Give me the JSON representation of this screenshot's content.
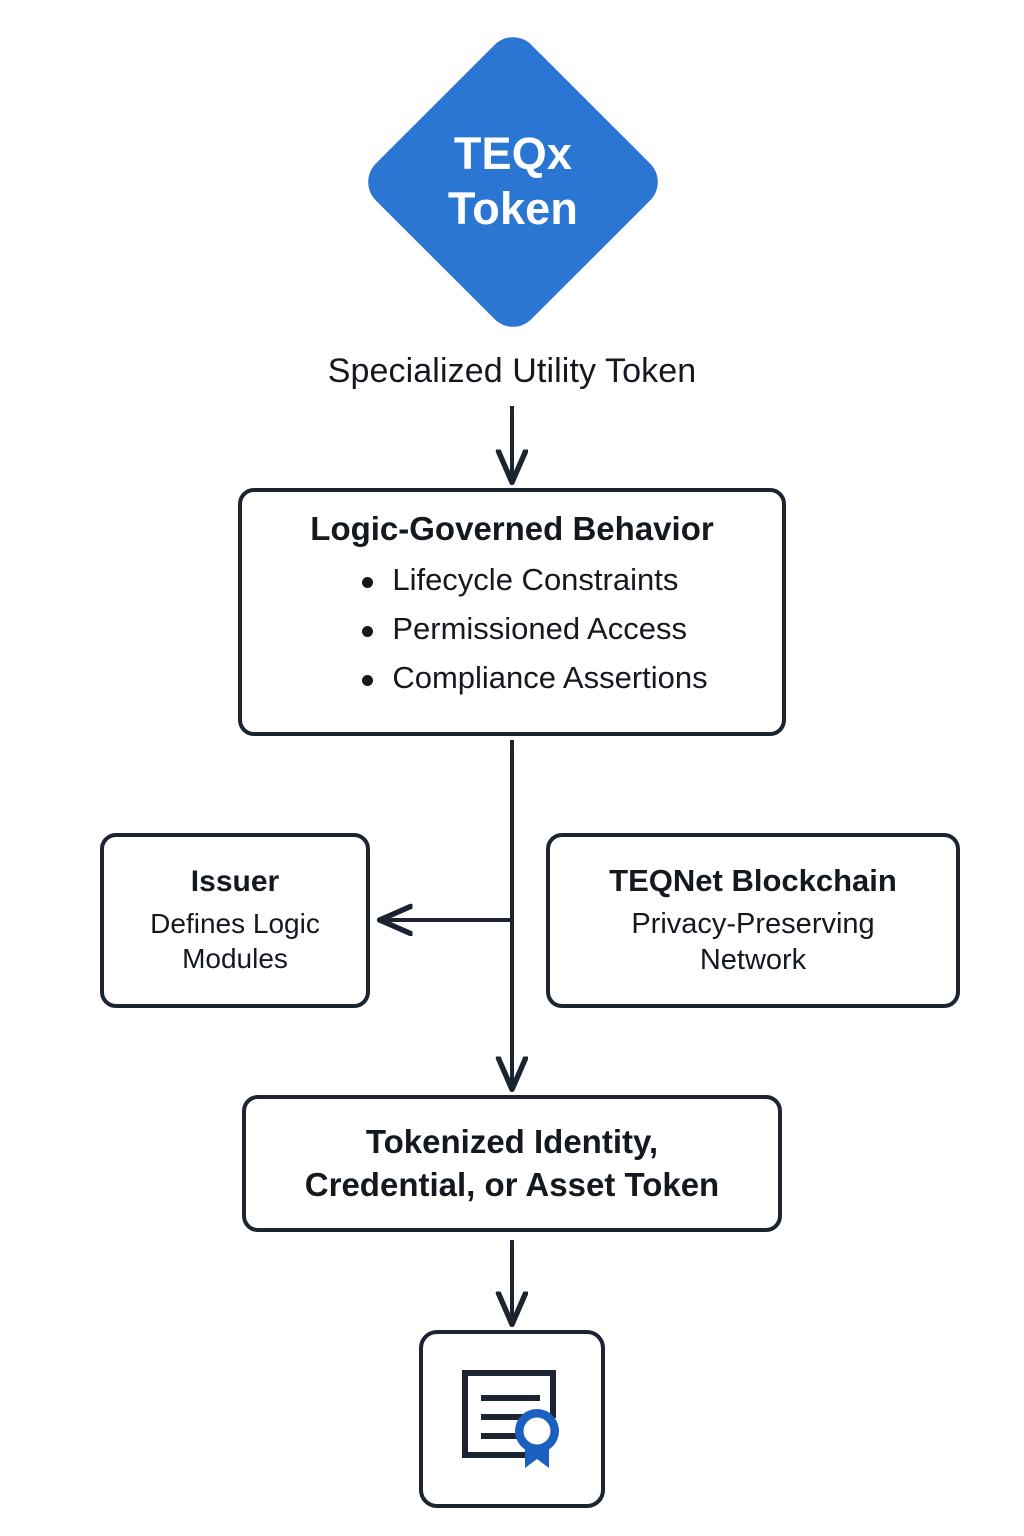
{
  "diagram": {
    "title_node": {
      "name": "teqx-token-diamond",
      "line1": "TEQx",
      "line2": "Token",
      "fill_color": "#2B76D2",
      "text_color": "#FFFFFF"
    },
    "caption": "Specialized Utility Token",
    "logic_node": {
      "title": "Logic-Governed Behavior",
      "bullets": [
        "Lifecycle Constraints",
        "Permissioned Access",
        "Compliance Assertions"
      ]
    },
    "issuer_node": {
      "title": "Issuer",
      "subtitle_line1": "Defines Logic",
      "subtitle_line2": "Modules"
    },
    "network_node": {
      "title": "TEQNet Blockchain",
      "subtitle_line1": "Privacy-Preserving",
      "subtitle_line2": "Network"
    },
    "outcome_node": {
      "title_line1": "Tokenized Identity,",
      "title_line2": "Credential, or Asset Token"
    },
    "credential_icon": {
      "name": "certificate-document-with-seal-icon",
      "document_color": "#1B2430",
      "seal_color": "#1B5FC1"
    },
    "colors": {
      "stroke": "#1B2430",
      "text": "#14181F",
      "accent_blue": "#2B76D2",
      "seal_blue": "#1B5FC1",
      "background": "#FFFFFF"
    },
    "connectors": [
      {
        "name": "token-to-logic",
        "from": "teqx-token-diamond",
        "to": "logic-node",
        "direction": "down"
      },
      {
        "name": "logic-to-outcome",
        "from": "logic-node",
        "to": "outcome-node",
        "direction": "down"
      },
      {
        "name": "logic-to-issuer",
        "from": "logic-node",
        "to": "issuer-node",
        "direction": "left"
      },
      {
        "name": "outcome-to-credential",
        "from": "outcome-node",
        "to": "credential-icon",
        "direction": "down"
      }
    ]
  }
}
